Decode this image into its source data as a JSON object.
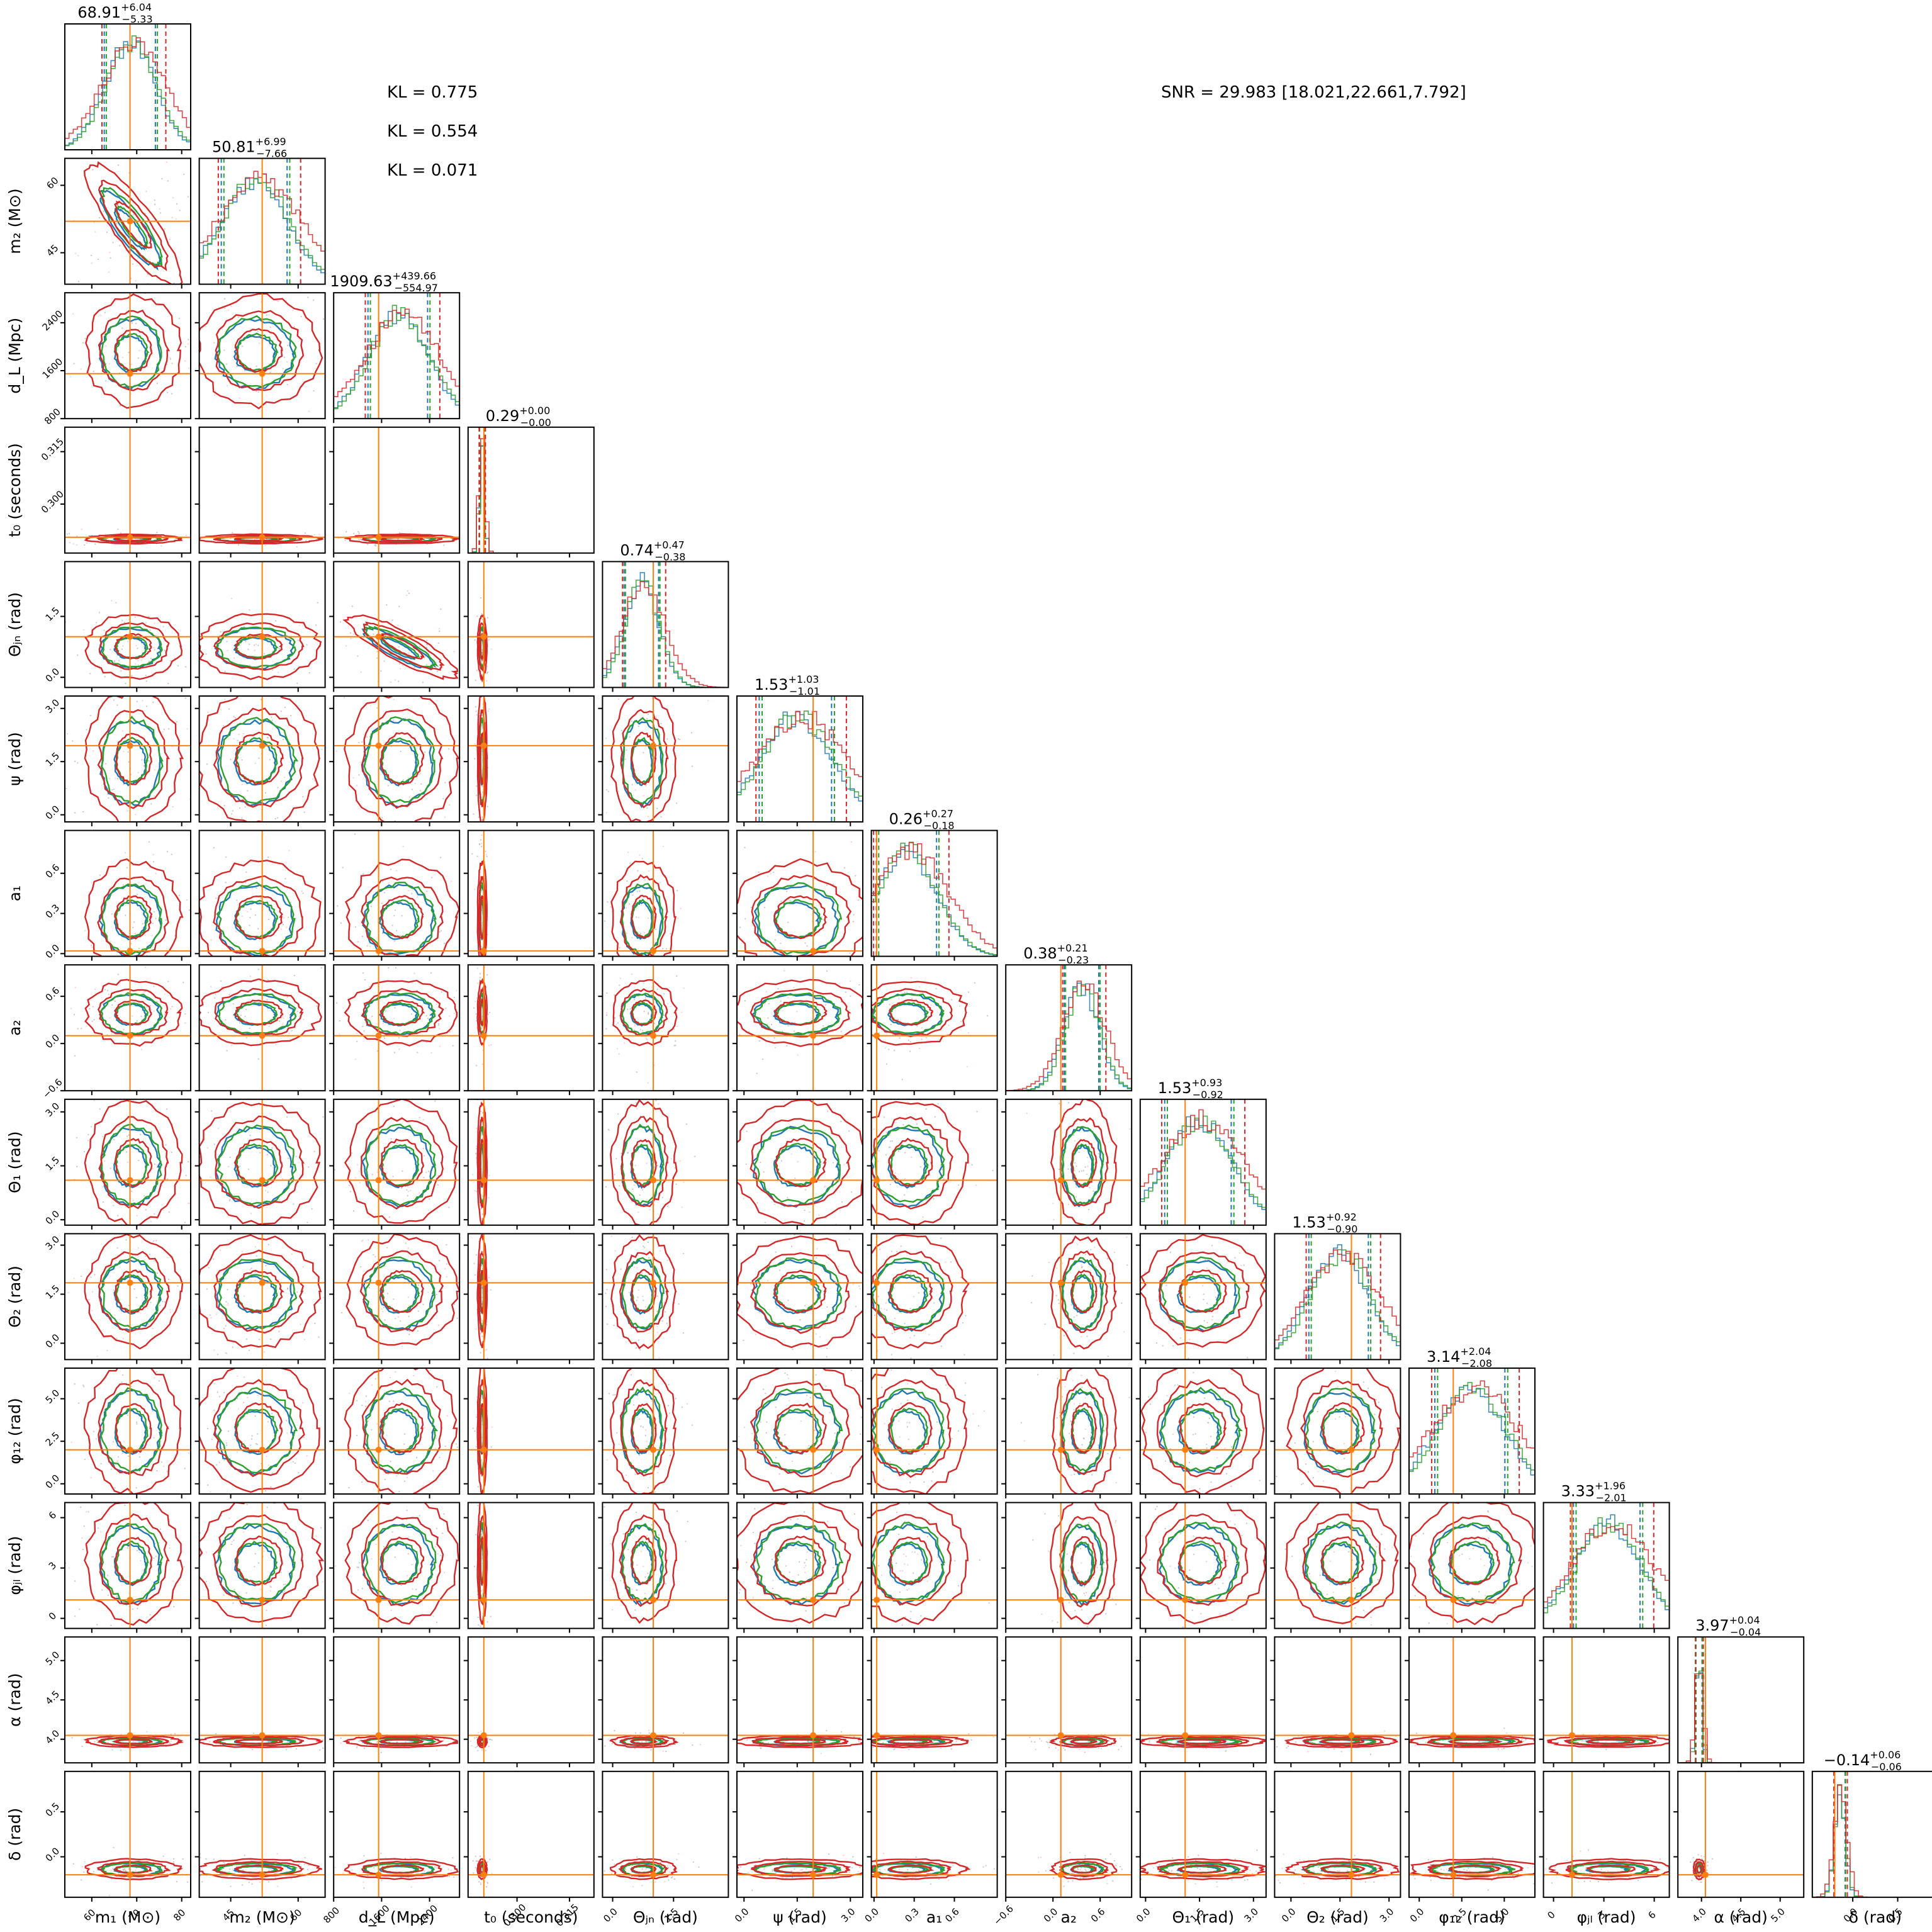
{
  "colors": {
    "blue": "#1f77b4",
    "green": "#2ca02c",
    "red": "#d62728",
    "orange": "#ff7f0e"
  },
  "annotations": {
    "kl": [
      "KL = 0.775",
      "KL = 0.554",
      "KL = 0.071"
    ],
    "snr": "SNR = 29.983 [18.021,22.661,7.792]"
  },
  "chart_data": {
    "type": "corner",
    "grid": false,
    "legend": "none",
    "series_colors": [
      "#1f77b4",
      "#2ca02c",
      "#d62728"
    ],
    "truth_color": "#ff7f0e",
    "parameters": [
      {
        "label": "m1",
        "axis_label": "m₁ (M⊙)",
        "range": [
          54,
          82
        ],
        "ticks": [
          60,
          70,
          80
        ],
        "tick_labels": [
          "60",
          "70",
          "80"
        ],
        "truth": 68.5,
        "title": {
          "main": "68.91",
          "up": "+6.04",
          "down": "−5.33"
        },
        "median": 68.91,
        "err_plus": 6.04,
        "err_minus": 5.33
      },
      {
        "label": "m2",
        "axis_label": "m₂ (M⊙)",
        "range": [
          38,
          66
        ],
        "ticks": [
          45,
          60
        ],
        "tick_labels": [
          "45",
          "60"
        ],
        "truth": 52,
        "title": {
          "main": "50.81",
          "up": "+6.99",
          "down": "−7.66"
        },
        "median": 50.81,
        "err_plus": 6.99,
        "err_minus": 7.66
      },
      {
        "label": "dL",
        "axis_label": "d_L (Mpc)",
        "range": [
          800,
          2900
        ],
        "ticks": [
          800,
          1600,
          2400
        ],
        "tick_labels": [
          "800",
          "1600",
          "2400"
        ],
        "truth": 1550,
        "title": {
          "main": "1909.63",
          "up": "+439.66",
          "down": "−554.97"
        },
        "median": 1909.63,
        "err_plus": 439.66,
        "err_minus": 554.97
      },
      {
        "label": "t0",
        "axis_label": "t₀ (seconds)",
        "range": [
          0.286,
          0.322
        ],
        "ticks": [
          0.3,
          0.315
        ],
        "tick_labels": [
          "0.300",
          "0.315"
        ],
        "truth": 0.2905,
        "title": {
          "main": "0.29",
          "up": "+0.00",
          "down": "−0.00"
        },
        "median": 0.29,
        "err_plus": 0.0,
        "err_minus": 0.0
      },
      {
        "label": "theta_jn",
        "axis_label": "Θⱼₙ (rad)",
        "range": [
          -0.25,
          2.85
        ],
        "ticks": [
          0,
          1.5
        ],
        "tick_labels": [
          "0.0",
          "1.5"
        ],
        "truth": 1.0,
        "title": {
          "main": "0.74",
          "up": "+0.47",
          "down": "−0.38"
        },
        "median": 0.74,
        "err_plus": 0.47,
        "err_minus": 0.38
      },
      {
        "label": "psi",
        "axis_label": "ψ (rad)",
        "range": [
          -0.2,
          3.35
        ],
        "ticks": [
          0,
          1.5,
          3
        ],
        "tick_labels": [
          "0.0",
          "1.5",
          "3.0"
        ],
        "truth": 1.95,
        "title": {
          "main": "1.53",
          "up": "+1.03",
          "down": "−1.01"
        },
        "median": 1.53,
        "err_plus": 1.03,
        "err_minus": 1.01
      },
      {
        "label": "a1",
        "axis_label": "a₁",
        "range": [
          -0.02,
          0.92
        ],
        "ticks": [
          0,
          0.3,
          0.6
        ],
        "tick_labels": [
          "0.0",
          "0.3",
          "0.6"
        ],
        "truth": 0.02,
        "title": {
          "main": "0.26",
          "up": "+0.27",
          "down": "−0.18"
        },
        "median": 0.26,
        "err_plus": 0.27,
        "err_minus": 0.18
      },
      {
        "label": "a2",
        "axis_label": "a₂",
        "range": [
          -0.6,
          1.0
        ],
        "ticks": [
          -0.6,
          0,
          0.6
        ],
        "tick_labels": [
          "−0.6",
          "0.0",
          "0.6"
        ],
        "truth": 0.1,
        "title": {
          "main": "0.38",
          "up": "+0.21",
          "down": "−0.23"
        },
        "median": 0.38,
        "err_plus": 0.21,
        "err_minus": 0.23
      },
      {
        "label": "theta_1",
        "axis_label": "Θ₁ (rad)",
        "range": [
          -0.15,
          3.35
        ],
        "ticks": [
          0,
          1.5,
          3
        ],
        "tick_labels": [
          "0.0",
          "1.5",
          "3.0"
        ],
        "truth": 1.1,
        "title": {
          "main": "1.53",
          "up": "+0.93",
          "down": "−0.92"
        },
        "median": 1.53,
        "err_plus": 0.93,
        "err_minus": 0.92
      },
      {
        "label": "theta_2",
        "axis_label": "Θ₂ (rad)",
        "range": [
          -0.5,
          3.35
        ],
        "ticks": [
          0,
          1.5,
          3
        ],
        "tick_labels": [
          "0.0",
          "1.5",
          "3.0"
        ],
        "truth": 1.85,
        "title": {
          "main": "1.53",
          "up": "+0.92",
          "down": "−0.90"
        },
        "median": 1.53,
        "err_plus": 0.92,
        "err_minus": 0.9
      },
      {
        "label": "phi_12",
        "axis_label": "φ₁₂ (rad)",
        "range": [
          -0.6,
          6.8
        ],
        "ticks": [
          0,
          2.5,
          5
        ],
        "tick_labels": [
          "0.0",
          "2.5",
          "5.0"
        ],
        "truth": 2.0,
        "title": {
          "main": "3.14",
          "up": "+2.04",
          "down": "−2.08"
        },
        "median": 3.14,
        "err_plus": 2.04,
        "err_minus": 2.08
      },
      {
        "label": "phi_jl",
        "axis_label": "φⱼₗ (rad)",
        "range": [
          -0.6,
          6.9
        ],
        "ticks": [
          0,
          3,
          6
        ],
        "tick_labels": [
          "0",
          "3",
          "6"
        ],
        "truth": 1.1,
        "title": {
          "main": "3.33",
          "up": "+1.96",
          "down": "−2.01"
        },
        "median": 3.33,
        "err_plus": 1.96,
        "err_minus": 2.01
      },
      {
        "label": "alpha",
        "axis_label": "α (rad)",
        "range": [
          3.7,
          5.3
        ],
        "ticks": [
          4,
          4.5,
          5
        ],
        "tick_labels": [
          "4.0",
          "4.5",
          "5.0"
        ],
        "truth": 4.05,
        "title": {
          "main": "3.97",
          "up": "+0.04",
          "down": "−0.04"
        },
        "median": 3.97,
        "err_plus": 0.04,
        "err_minus": 0.04
      },
      {
        "label": "delta",
        "axis_label": "δ (rad)",
        "range": [
          -0.45,
          0.95
        ],
        "ticks": [
          0,
          0.5
        ],
        "tick_labels": [
          "0.0",
          "0.5"
        ],
        "truth": -0.2,
        "title": {
          "main": "−0.14",
          "up": "+0.06",
          "down": "−0.06"
        },
        "median": -0.14,
        "err_plus": 0.06,
        "err_minus": 0.06
      }
    ]
  }
}
